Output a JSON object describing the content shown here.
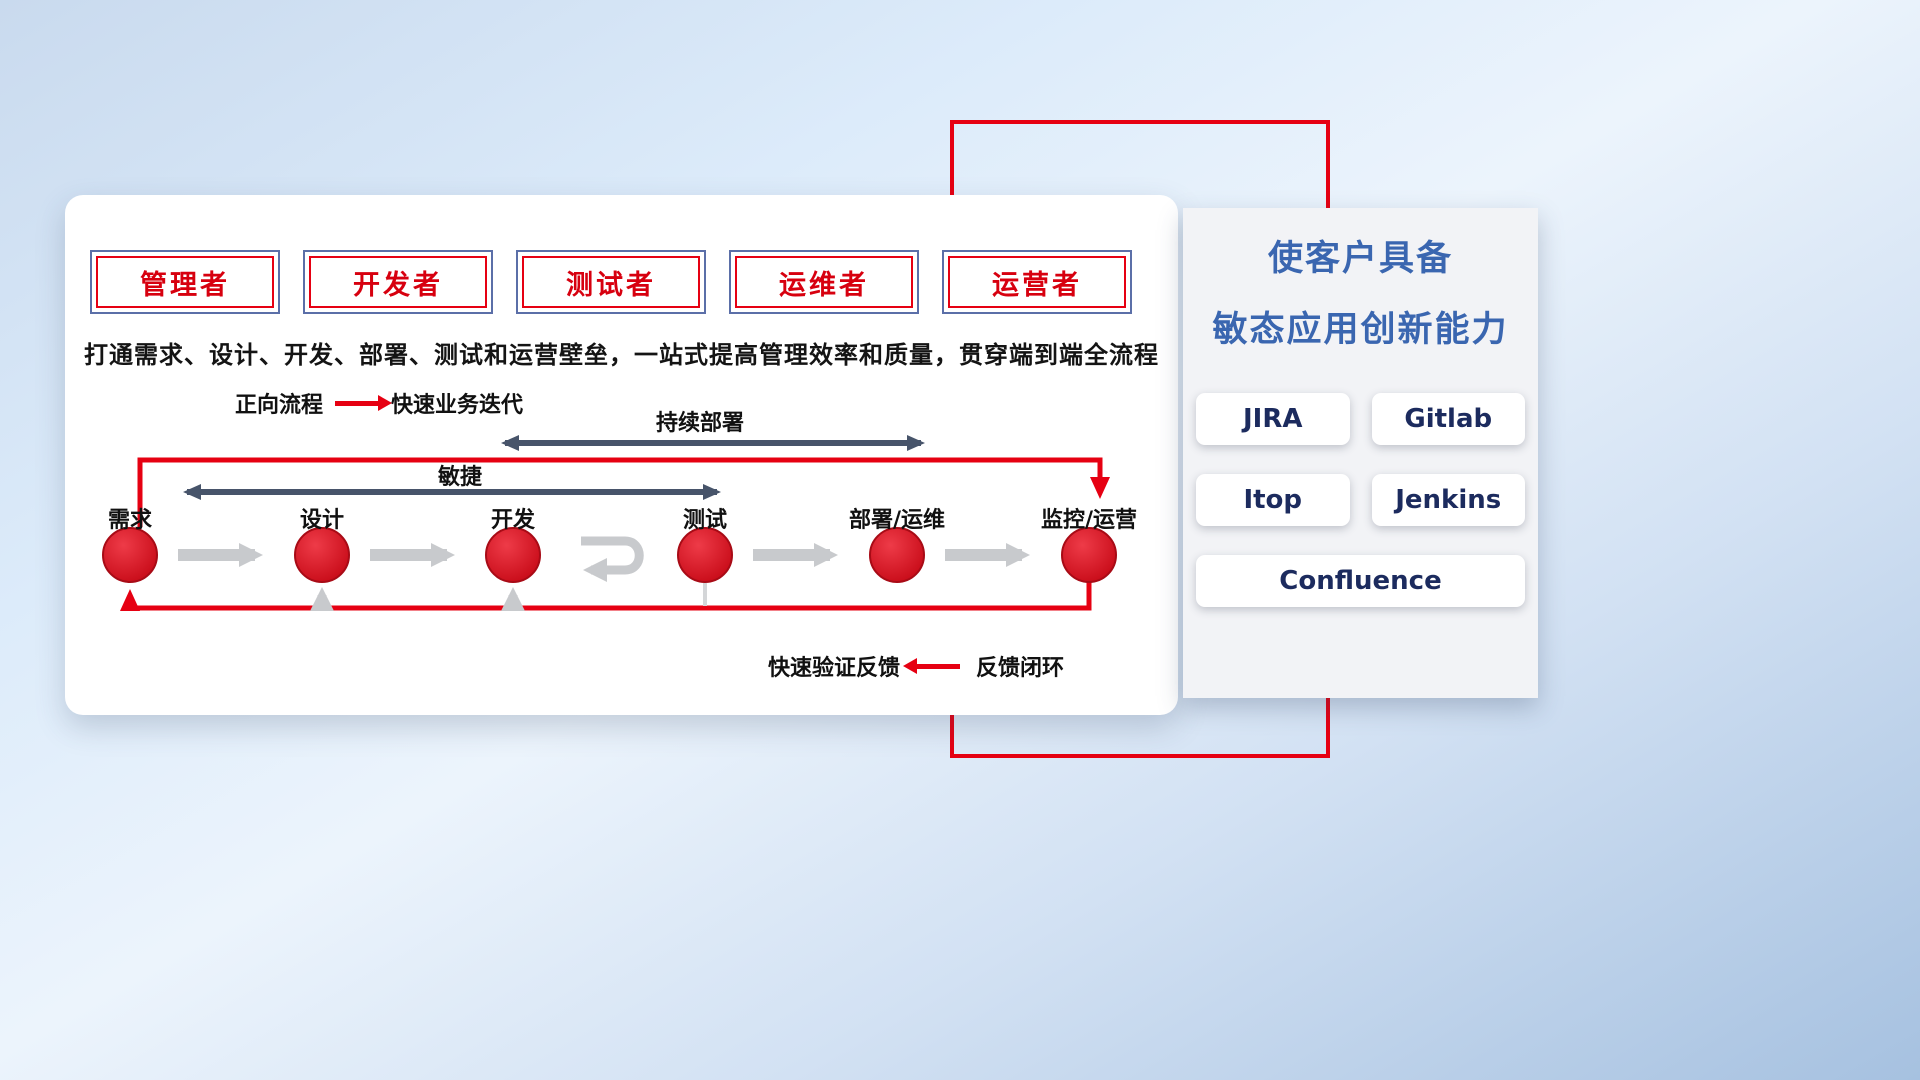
{
  "colors": {
    "accent_red": "#e60012",
    "circle_red": "#d40d1f",
    "dark_arrow": "#47546a",
    "gray_arrow": "#c8cacd",
    "panel_title_blue": "#3a66b0",
    "tool_text_navy": "#1c2b5e"
  },
  "roles": [
    {
      "label": "管理者"
    },
    {
      "label": "开发者"
    },
    {
      "label": "测试者"
    },
    {
      "label": "运维者"
    },
    {
      "label": "运营者"
    }
  ],
  "subtitle": "打通需求、设计、开发、部署、测试和运营壁垒，一站式提高管理效率和质量，贯穿端到端全流程",
  "legend_forward": {
    "label": "正向流程",
    "value": "快速业务迭代"
  },
  "legend_feedback": {
    "label": "快速验证反馈",
    "value": "反馈闭环"
  },
  "flow": {
    "continuous_deploy_label": "持续部署",
    "agile_label": "敏捷",
    "nodes": [
      {
        "label": "需求"
      },
      {
        "label": "设计"
      },
      {
        "label": "开发"
      },
      {
        "label": "测试"
      },
      {
        "label": "部署/运维"
      },
      {
        "label": "监控/运营"
      }
    ]
  },
  "icons": {
    "forward_arrow": "red-right-arrow",
    "feedback_arrow": "red-left-arrow",
    "continuous_deploy_span": "double-headed-dark-arrow",
    "agile_span": "double-headed-dark-arrow",
    "step_arrow": "gray-right-arrow",
    "iteration_loop": "gray-uturn-arrow",
    "forward_loop": "red-loop-top-arrow",
    "feedback_loop": "red-loop-bottom-arrow"
  },
  "panel": {
    "title_line1": "使客户具备",
    "title_line2": "敏态应用创新能力",
    "tools": [
      {
        "label": "JIRA"
      },
      {
        "label": "Gitlab"
      },
      {
        "label": "Itop"
      },
      {
        "label": "Jenkins"
      },
      {
        "label": "Confluence"
      }
    ]
  }
}
